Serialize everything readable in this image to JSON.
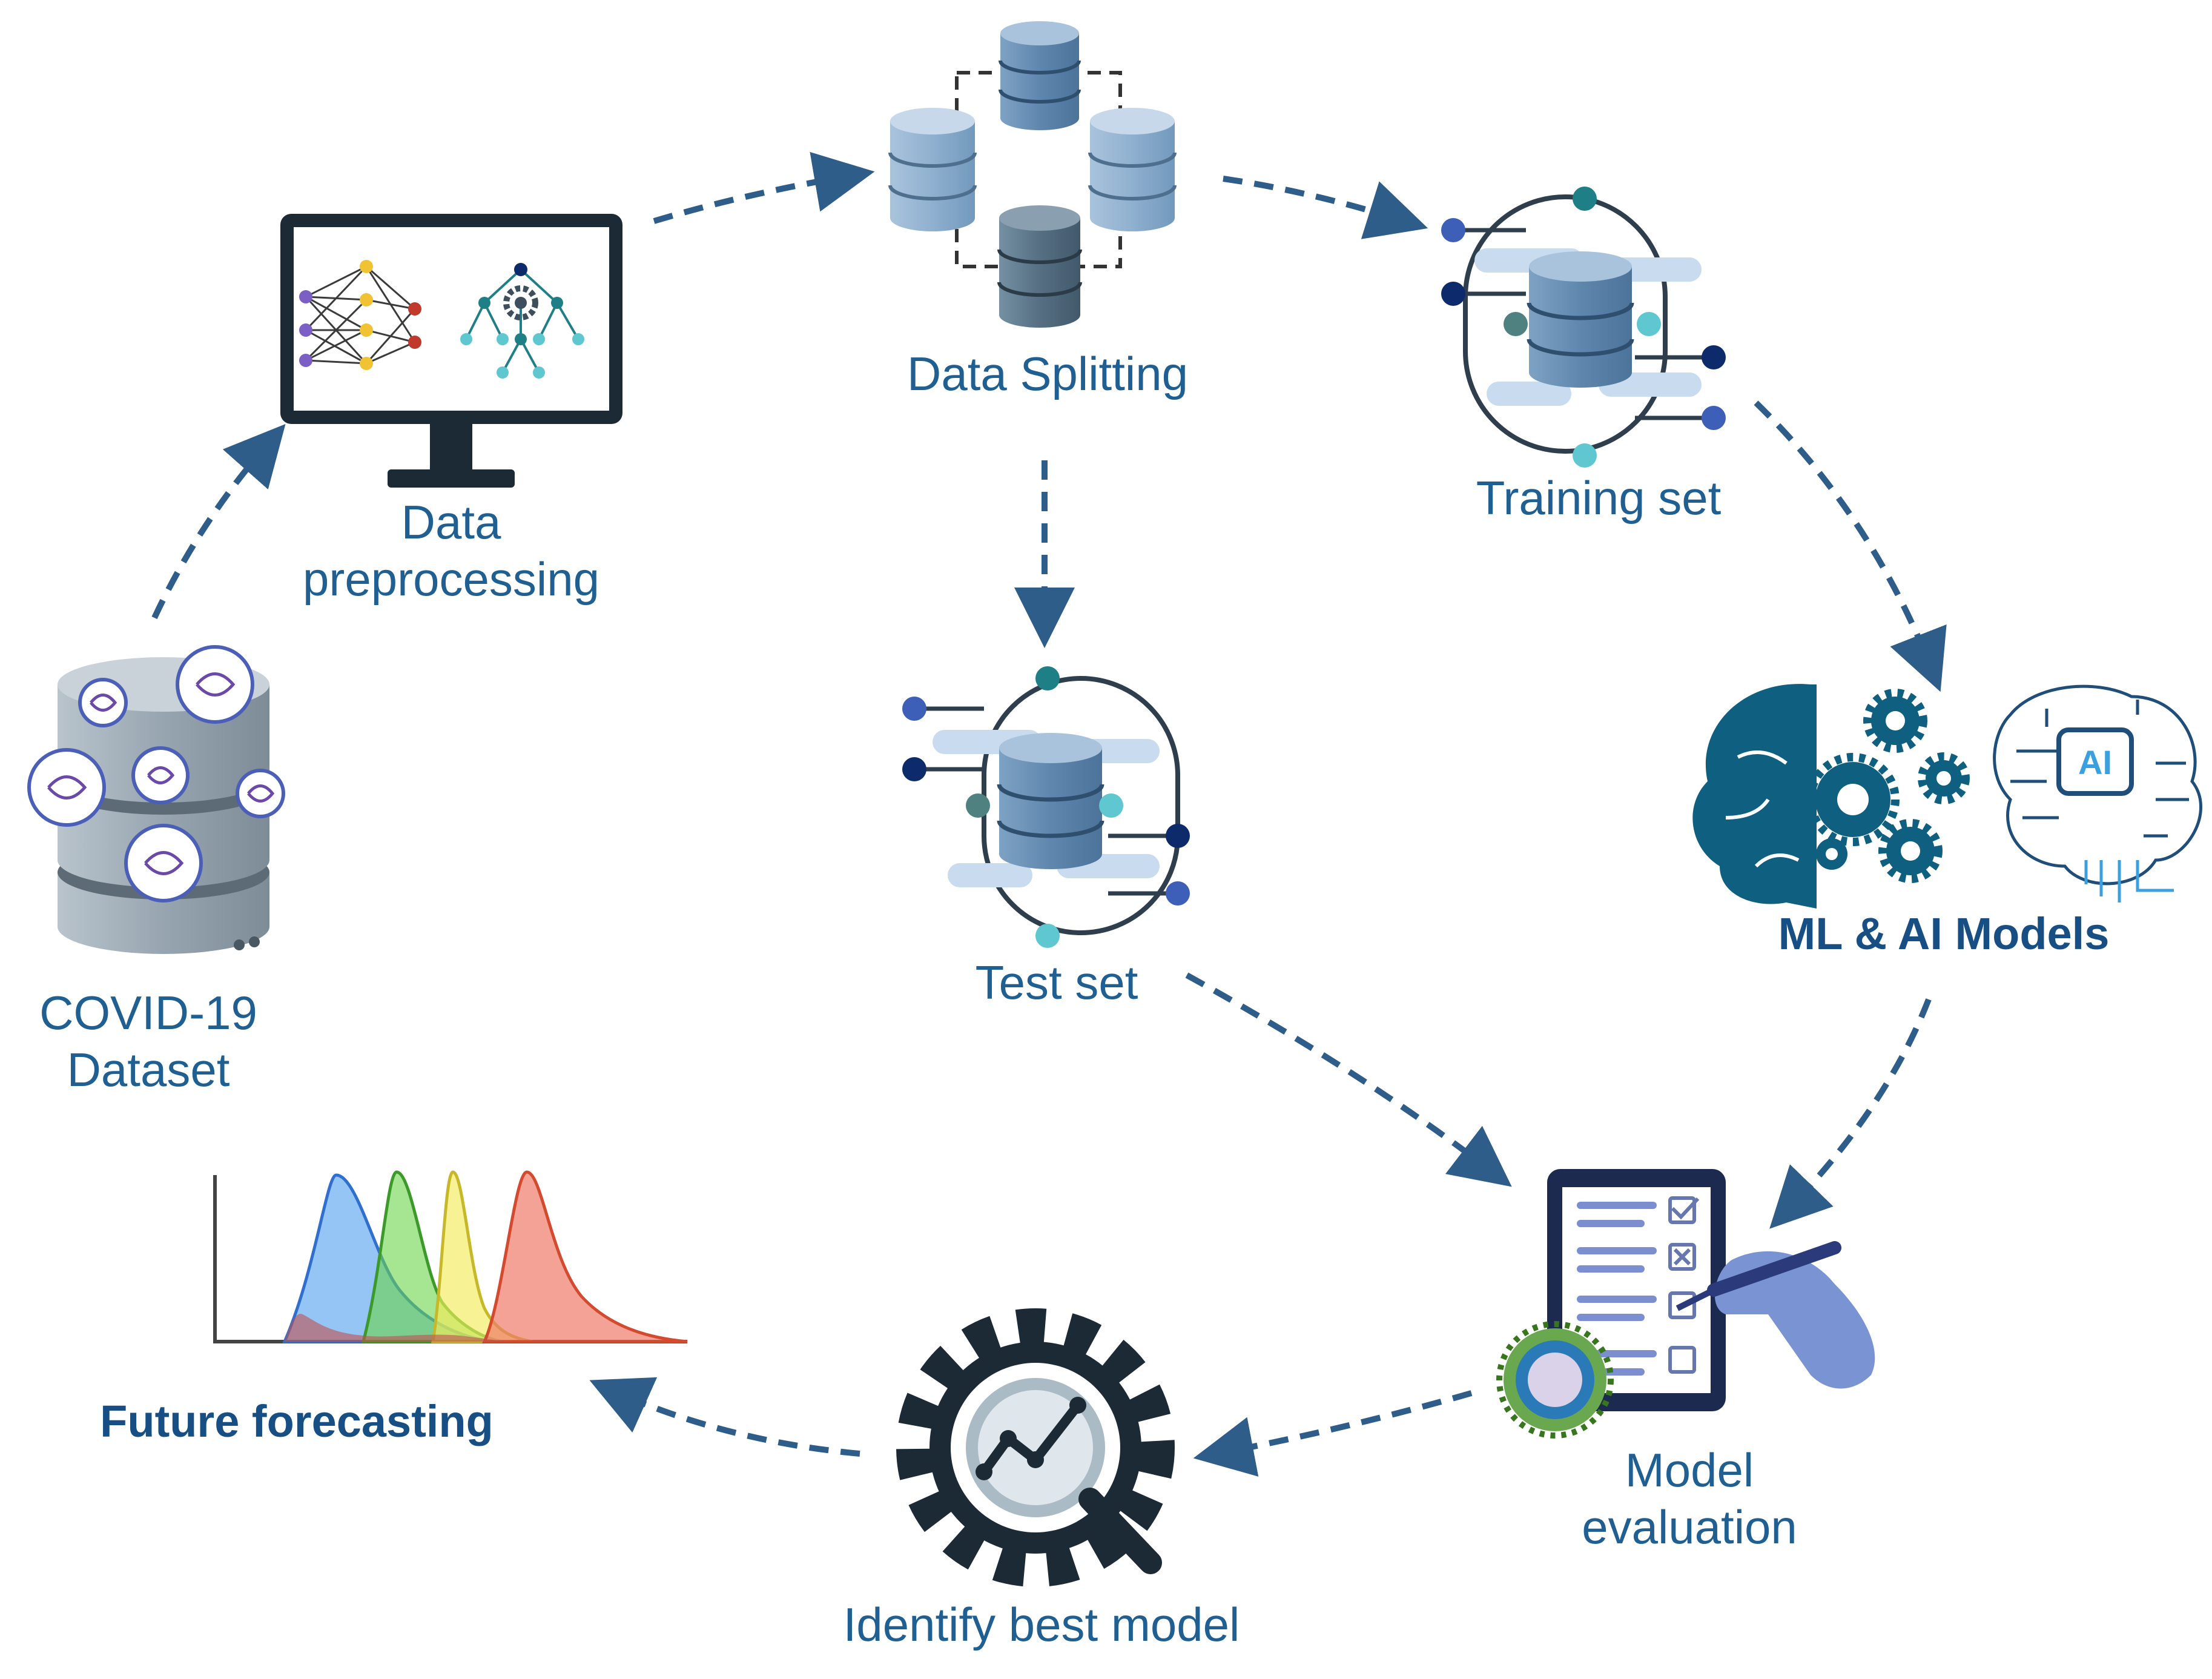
{
  "labels": {
    "dataset": [
      "COVID-19",
      "Dataset"
    ],
    "preprocessing": [
      "Data",
      "preprocessing"
    ],
    "splitting": "Data Splitting",
    "training": "Training set",
    "test": "Test set",
    "models": "ML & AI Models",
    "evaluation": [
      "Model",
      "evaluation"
    ],
    "best_model": "Identify best model",
    "forecasting": "Future forecasting",
    "ai_chip": "AI"
  },
  "colors": {
    "label": "#1f5f91",
    "arrow": "#2e5d8a",
    "db_light": "#8fb0cf",
    "db_dark": "#4f6b80",
    "dot_navy": "#0d2b6b",
    "dot_teal": "#1f7f87",
    "dot_cyan": "#5fc7d0",
    "brain": "#0f5f80",
    "curve_blue": "#5aa6f0",
    "curve_green": "#6bd34a",
    "curve_yellow": "#f2ec5a",
    "curve_red": "#f07a6a"
  },
  "icons": {
    "dataset": "virus-database-icon",
    "preprocessing": "monitor-network-icon",
    "splitting": "database-split-icon",
    "training": "training-database-icon",
    "test": "test-database-icon",
    "models": "brain-gear-ai-icon",
    "evaluation": "checklist-hand-icon",
    "best_model": "gear-magnifier-icon",
    "forecasting": "epidemic-curves-icon"
  }
}
